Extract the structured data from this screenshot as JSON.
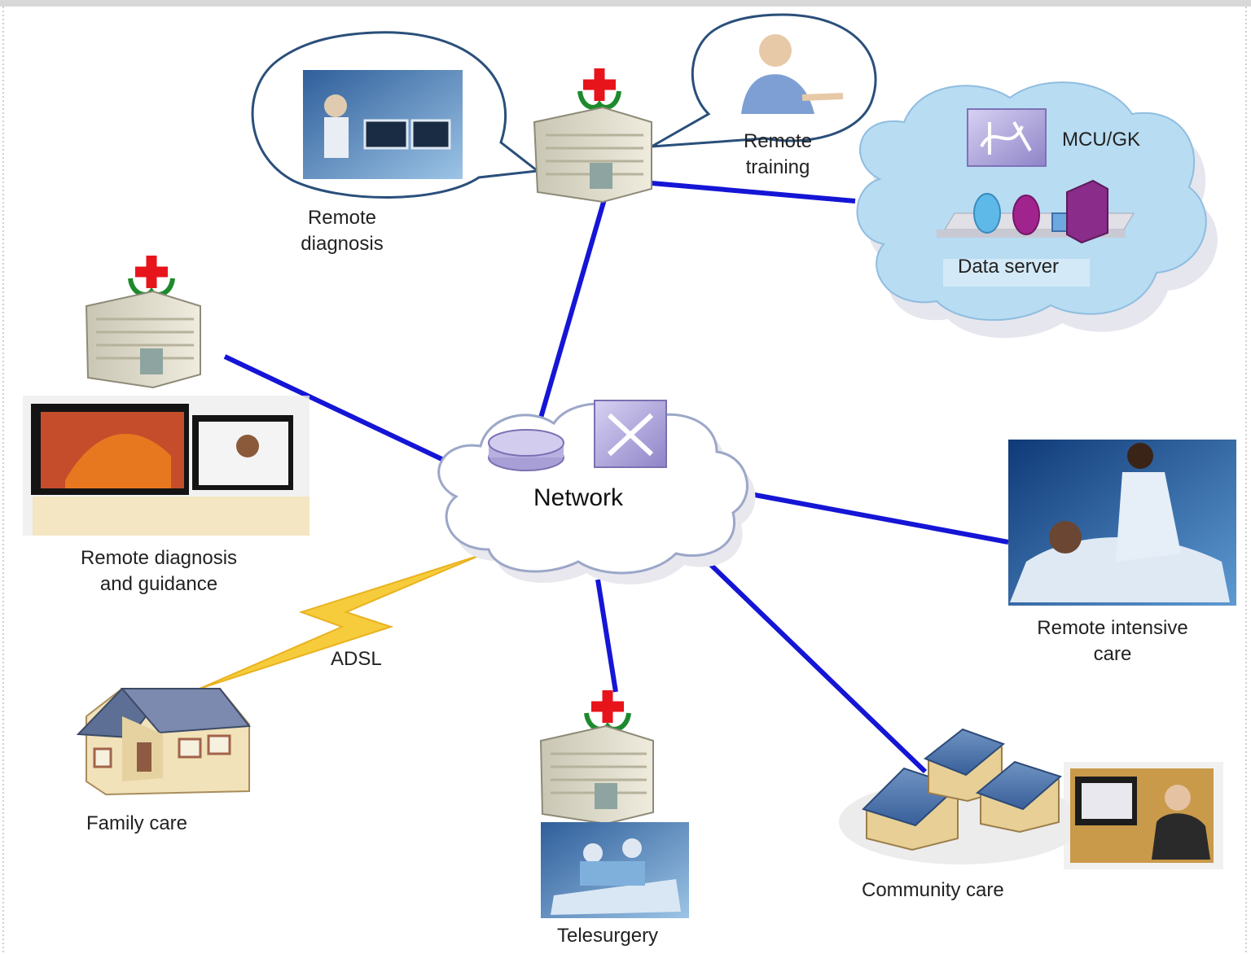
{
  "labels": {
    "remote_diagnosis": [
      "Remote",
      "diagnosis"
    ],
    "remote_training": [
      "Remote",
      "training"
    ],
    "mcu": "MCU/GK",
    "data_server": "Data server",
    "remote_guidance": [
      "Remote diagnosis",
      "and guidance"
    ],
    "network": "Network",
    "remote_icu": [
      "Remote intensive",
      "care"
    ],
    "adsl": "ADSL",
    "family_care": "Family care",
    "telesurgery": "Telesurgery",
    "community_care": "Community care"
  },
  "colors": {
    "link": "#1515d6",
    "adsl_bolt": "#f6cc3c",
    "cross": "#e8141b",
    "cloud_blue": "#b8dcf2",
    "cloud_white": "#ffffff"
  }
}
